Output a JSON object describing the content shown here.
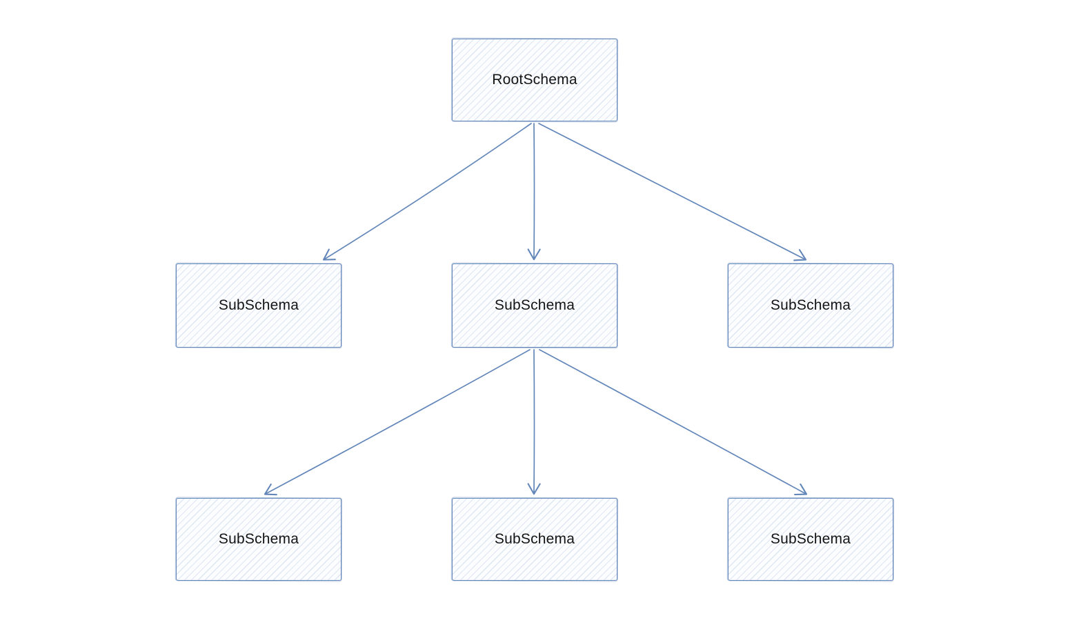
{
  "diagram": {
    "type": "tree",
    "background_color": "#ffffff",
    "stroke_color": "#6286b9",
    "node_fill_color": "#fbfdff",
    "node_hatch_color": "#7898c4",
    "nodes": [
      {
        "id": "root",
        "label": "RootSchema",
        "level": 0
      },
      {
        "id": "mid-left",
        "label": "SubSchema",
        "level": 1
      },
      {
        "id": "mid-center",
        "label": "SubSchema",
        "level": 1
      },
      {
        "id": "mid-right",
        "label": "SubSchema",
        "level": 1
      },
      {
        "id": "bot-left",
        "label": "SubSchema",
        "level": 2
      },
      {
        "id": "bot-center",
        "label": "SubSchema",
        "level": 2
      },
      {
        "id": "bot-right",
        "label": "SubSchema",
        "level": 2
      }
    ],
    "edges": [
      {
        "from": "root",
        "to": "mid-left"
      },
      {
        "from": "root",
        "to": "mid-center"
      },
      {
        "from": "root",
        "to": "mid-right"
      },
      {
        "from": "mid-center",
        "to": "bot-left"
      },
      {
        "from": "mid-center",
        "to": "bot-center"
      },
      {
        "from": "mid-center",
        "to": "bot-right"
      }
    ]
  }
}
